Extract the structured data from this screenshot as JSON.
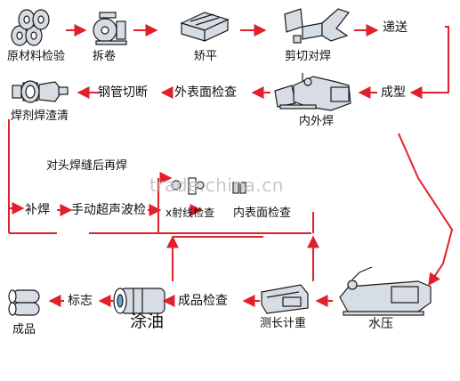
{
  "labels": {
    "raw_material_inspection": "原材料检验",
    "uncoiling": "拆卷",
    "leveling": "矫平",
    "shear_butt_weld": "剪切对焊",
    "conveying": "递送",
    "forming": "成型",
    "inner_outer_weld": "内外焊",
    "outer_surface_check": "外表面检查",
    "pipe_cutting": "钢管切断",
    "flux_slag_cleaning": "焊剂焊渣清",
    "butt_seam_repair_label": "对头焊缝后再焊",
    "repair_weld": "补焊",
    "manual_ultrasonic_check": "手动超声波检",
    "xray_check": "x射线检查",
    "inner_surface_check": "内表面检查",
    "product": "成品",
    "marking": "标志",
    "oiling": "涂油",
    "finished_product_check": "成品检查",
    "length_weight_measure": "测长计重",
    "hydro_test": "水压"
  },
  "watermark": "trade.china.cn",
  "colors": {
    "arrow": "#e0202c",
    "machine_fill": "#d7dde4",
    "machine_stroke": "#1a1a1a",
    "accent_blue": "#5aa7d8"
  },
  "icons": [
    "steel-coils-icon",
    "uncoiler-icon",
    "leveler-icon",
    "shear-welder-icon",
    "former-icon",
    "welding-machine-icon",
    "pipe-cutter-icon",
    "flux-cleaner-icon",
    "ultrasonic-icon",
    "xray-icon",
    "pipe-bundle-icon",
    "oiling-tube-icon",
    "measuring-table-icon",
    "hydro-tester-icon"
  ]
}
